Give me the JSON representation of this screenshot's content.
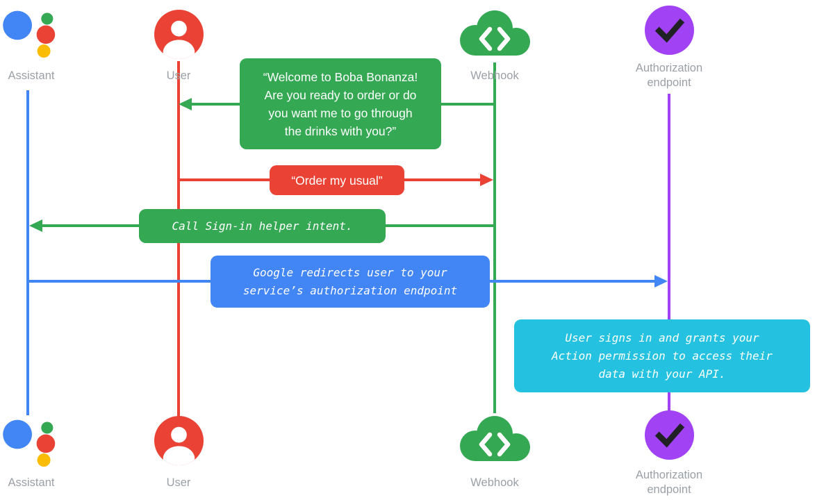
{
  "actors": [
    {
      "id": "assistant",
      "label": "Assistant",
      "color": "#4285F4"
    },
    {
      "id": "user",
      "label": "User",
      "color": "#EA4335"
    },
    {
      "id": "webhook",
      "label": "Webhook",
      "color": "#34A853"
    },
    {
      "id": "auth_endpoint",
      "label": "Authorization endpoint",
      "color": "#A142F4"
    }
  ],
  "messages": [
    {
      "from": "webhook",
      "to": "user",
      "kind": "speech",
      "color": "#34A853",
      "text": "“Welcome to Boba Bonanza!\nAre you ready to order or do\nyou want me to go through\nthe drinks with you?”"
    },
    {
      "from": "user",
      "to": "webhook",
      "kind": "speech",
      "color": "#EA4335",
      "text": "“Order my usual”"
    },
    {
      "from": "webhook",
      "to": "assistant",
      "kind": "code",
      "color": "#34A853",
      "text": "Call Sign-in helper intent."
    },
    {
      "from": "assistant",
      "to": "auth_endpoint",
      "kind": "code",
      "color": "#4285F4",
      "text": "Google redirects user to your\nservice’s authorization endpoint"
    },
    {
      "note_over": "auth_endpoint",
      "kind": "code",
      "color": "#24C1E0",
      "text": "User signs in and grants your\nAction permission to access their\ndata with your API."
    }
  ],
  "icon_colors": {
    "assistant_blue": "#4285F4",
    "assistant_green": "#34A853",
    "assistant_red": "#EA4335",
    "assistant_yellow": "#FBBC05",
    "user_red": "#EA4335",
    "webhook_green": "#34A853",
    "auth_purple": "#A142F4",
    "auth_check": "#202124",
    "label_gray": "#9AA0A6"
  }
}
